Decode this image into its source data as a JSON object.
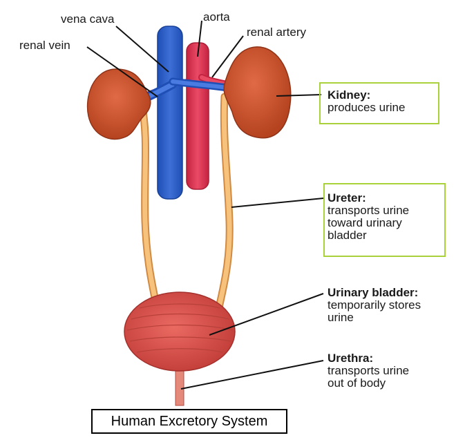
{
  "labels": {
    "vena_cava": "vena cava",
    "aorta": "aorta",
    "renal_vein": "renal vein",
    "renal_artery": "renal artery"
  },
  "annotations": {
    "kidney": {
      "title": "Kidney:",
      "desc": "produces urine"
    },
    "ureter": {
      "title": "Ureter:",
      "desc": "transports urine\ntoward urinary\nbladder"
    },
    "bladder": {
      "title": "Urinary bladder:",
      "desc": "temporarily stores\nurine"
    },
    "urethra": {
      "title": "Urethra:",
      "desc": "transports urine\nout of body"
    }
  },
  "caption": "Human Excretory System",
  "colors": {
    "kidney": "#c9502f",
    "vein": "#2e5fc2",
    "artery": "#d8334f",
    "ureter": "#f2b36a",
    "bladder": "#d9534f",
    "highlight_box": "#a9d13a"
  }
}
